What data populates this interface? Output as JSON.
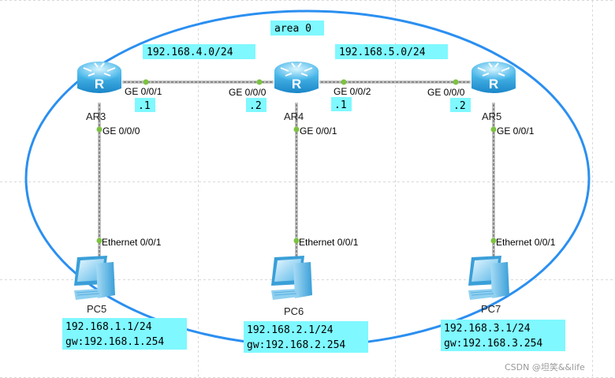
{
  "area_label": "area 0",
  "networks": [
    "192.168.4.0/24",
    "192.168.5.0/24"
  ],
  "routers": [
    {
      "name": "AR3",
      "ports": [
        "GE 0/0/1",
        "GE 0/0/0"
      ],
      "ip_suffix": ".1"
    },
    {
      "name": "AR4",
      "ports": [
        "GE 0/0/0",
        "GE 0/0/2",
        "GE 0/0/1"
      ],
      "ip_suffixes": [
        ".2",
        ".1"
      ]
    },
    {
      "name": "AR5",
      "ports": [
        "GE 0/0/0",
        "GE 0/0/1"
      ],
      "ip_suffix": ".2"
    }
  ],
  "pcs": [
    {
      "name": "PC5",
      "port": "Ethernet 0/0/1",
      "ip": "192.168.1.1/24",
      "gw": "gw:192.168.1.254"
    },
    {
      "name": "PC6",
      "port": "Ethernet 0/0/1",
      "ip": "192.168.2.1/24",
      "gw": "gw:192.168.2.254"
    },
    {
      "name": "PC7",
      "port": "Ethernet 0/0/1",
      "ip": "192.168.3.1/24",
      "gw": "gw:192.168.3.254"
    }
  ],
  "watermark": "CSDN @坦笑&&life",
  "colors": {
    "area_ellipse": "#2b8ff0",
    "label_bg": "#7ff8ff",
    "link": "#8a8a8a",
    "port_dot": "#7dc242"
  },
  "icons": {
    "router": "router-icon",
    "pc": "pc-icon"
  }
}
